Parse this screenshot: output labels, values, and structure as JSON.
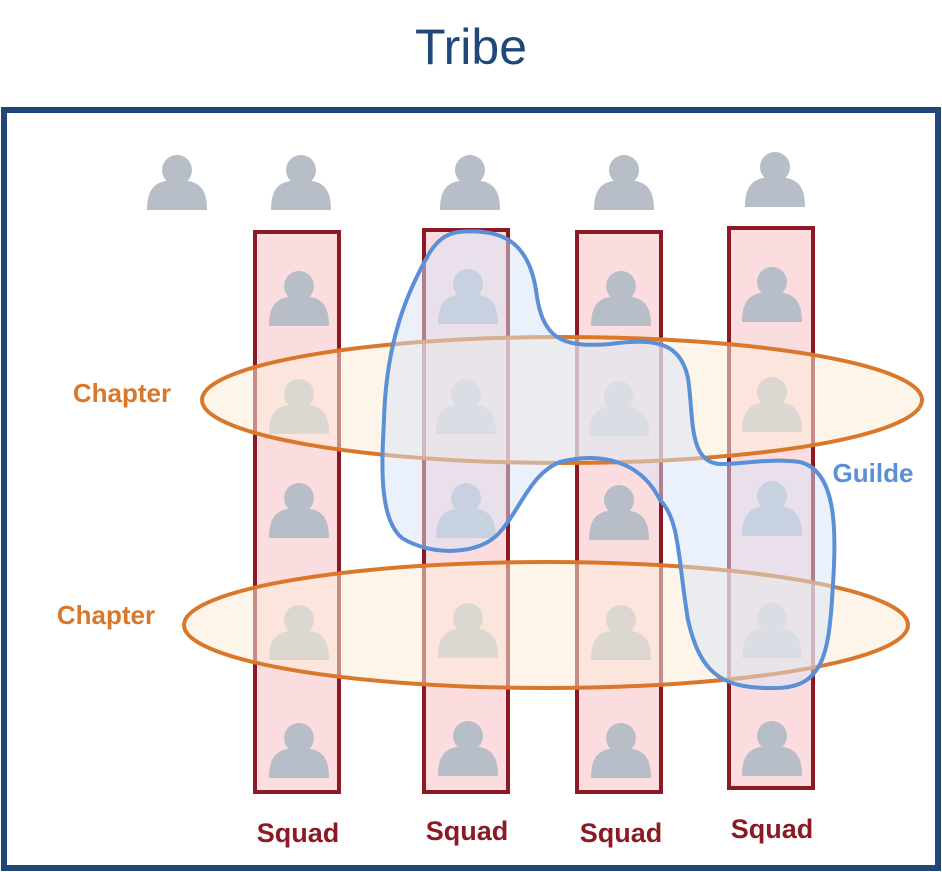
{
  "title": "Tribe",
  "squad_label": "Squad",
  "chapter_label": "Chapter",
  "guild_label": "Guilde",
  "colors": {
    "tribe_border": "#1f4778",
    "squad_border": "#8b1a24",
    "squad_fill": "#fbdde0",
    "chapter_stroke": "#d9782b",
    "chapter_fill": "#fcebd9",
    "guild_stroke": "#5b8fd6",
    "guild_fill": "#d7e3f5",
    "person": "#b7bec8"
  },
  "icons": [
    "person-icon"
  ]
}
